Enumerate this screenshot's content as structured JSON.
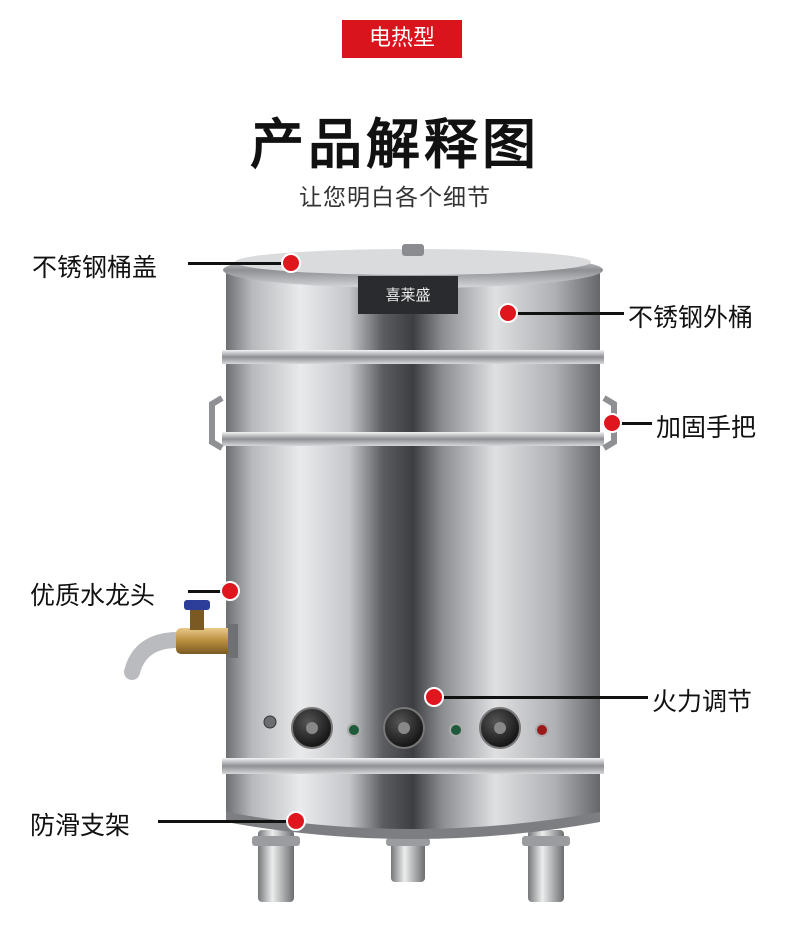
{
  "badge": {
    "text": "电热型",
    "color": "#d9141c"
  },
  "header": {
    "title": "产品解释图",
    "subtitle": "让您明白各个细节"
  },
  "product": {
    "brand_text": "喜莱盛"
  },
  "callouts": {
    "lid": "不锈钢桶盖",
    "outer_barrel": "不锈钢外桶",
    "handle": "加固手把",
    "faucet": "优质水龙头",
    "heat_control": "火力调节",
    "feet": "防滑支架"
  },
  "accent_color": "#e0161f"
}
